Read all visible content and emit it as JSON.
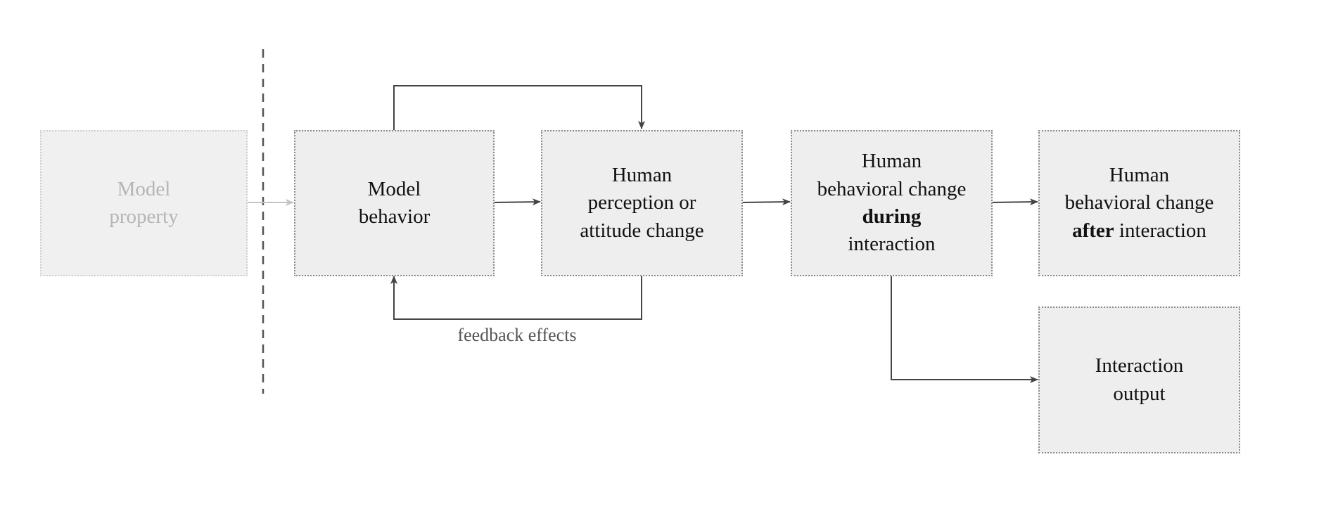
{
  "boxes": {
    "model_property": [
      "Model",
      "property"
    ],
    "model_behavior": [
      "Model",
      "behavior"
    ],
    "human_perception": [
      "Human",
      "perception or",
      "attitude change"
    ],
    "change_during": {
      "line1": "Human",
      "line2": "behavioral change",
      "line3_bold": "during",
      "line4": "interaction"
    },
    "change_after": {
      "line1": "Human",
      "line2": "behavioral change",
      "line3_bold": "after",
      "line3_rest": " interaction"
    },
    "interaction_output": [
      "Interaction",
      "output"
    ]
  },
  "feedback_label": "feedback effects",
  "colors": {
    "box_fill": "#eeeeee",
    "box_border": "#8a8a8a",
    "arrow": "#444444",
    "faded": "#b5b5b5",
    "divider": "#555555"
  }
}
